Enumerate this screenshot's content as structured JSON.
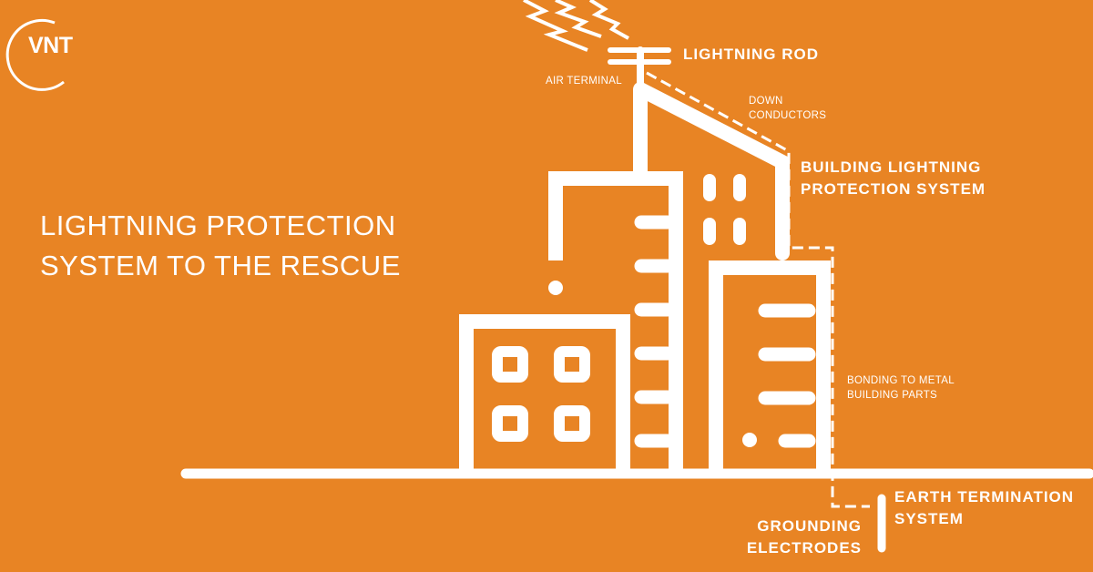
{
  "brand": {
    "logo_text": "VNT",
    "background": "#E88424",
    "foreground": "#FFFFFF"
  },
  "headline": {
    "line1": "LIGHTNING PROTECTION",
    "line2": "SYSTEM TO THE RESCUE"
  },
  "labels": {
    "lightning_rod": "LIGHTNING ROD",
    "air_terminal": "AIR TERMINAL",
    "down_conductors_1": "DOWN",
    "down_conductors_2": "CONDUCTORS",
    "building_lps_1": "BUILDING  LIGHTNING",
    "building_lps_2": "PROTECTION  SYSTEM",
    "bonding_1": "BONDING TO METAL",
    "bonding_2": "BUILDING PARTS",
    "earth_termination_1": "EARTH TERMINATION",
    "earth_termination_2": "SYSTEM",
    "grounding_1": "GROUNDING",
    "grounding_2": "ELECTRODES"
  },
  "icons": [
    "lightning-bolt-icon",
    "building-icon",
    "logo-ring-icon"
  ]
}
